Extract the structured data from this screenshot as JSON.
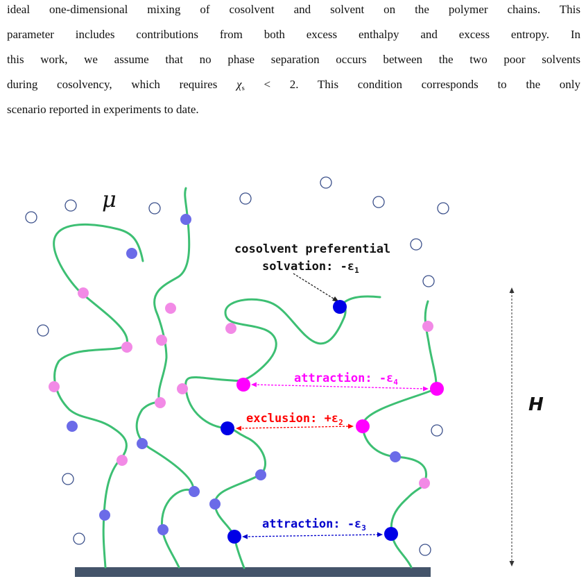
{
  "paragraph": {
    "line1": "ideal one-dimensional mixing of cosolvent and solvent on the polymer chains. This",
    "line2": "parameter includes contributions from both excess enthalpy and excess entropy. In",
    "line3": "this work, we assume that no phase separation occurs between the two poor solvents",
    "line4_pre": "during cosolvency, which requires",
    "chi_symbol": "χ",
    "chi_sub": "s",
    "line4_post": "< 2. This condition corresponds to the only",
    "line5": "scenario reported in experiments to date."
  },
  "figure": {
    "mu_label": "μ",
    "h_label": "H",
    "solvation_line1": "cosolvent preferential",
    "solvation_line2": "solvation: -ε",
    "solvation_sub": "1",
    "attraction4": "attraction: -ε",
    "attraction4_sub": "4",
    "exclusion2": "exclusion: +ε",
    "exclusion2_sub": "2",
    "attraction3": "attraction: -ε",
    "attraction3_sub": "3",
    "colors": {
      "chain": "#3dbf73",
      "cosolvent": "#0000e6",
      "cosolvent_light": "#6b6be8",
      "pink": "#ff00ff",
      "pink_light": "#f28ae6",
      "exclusion": "#ff0000",
      "attraction3": "#0000cc",
      "substrate": "#44546a"
    }
  }
}
